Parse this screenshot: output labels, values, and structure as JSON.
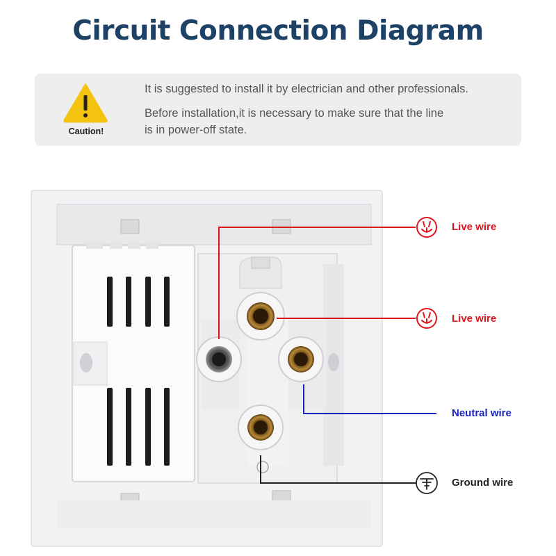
{
  "title": "Circuit Connection Diagram",
  "caution": {
    "label": "Caution!",
    "lines": [
      "It is suggested to install it by electrician and other professionals.",
      "Before installation,it is necessary to make sure that the line",
      "is in power-off state."
    ]
  },
  "wires": [
    {
      "label": "Live wire",
      "icon": "live-wire-icon",
      "color": "#e0141c"
    },
    {
      "label": "Live wire",
      "icon": "live-wire-icon",
      "color": "#e0141c"
    },
    {
      "label": "Neutral wire",
      "icon": "none",
      "color": "#1a24c0"
    },
    {
      "label": "Ground wire",
      "icon": "ground-wire-icon",
      "color": "#222222"
    }
  ],
  "colors": {
    "title": "#1d4266",
    "caution_fill": "#f3c310",
    "panel": "#f4f4f6"
  }
}
